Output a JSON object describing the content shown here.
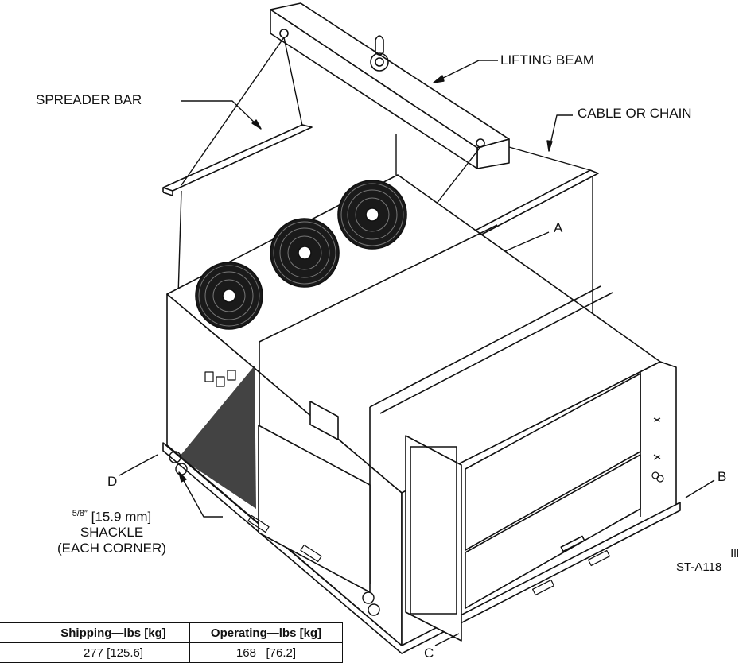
{
  "labels": {
    "lifting_beam": "LIFTING BEAM",
    "spreader_bar": "SPREADER BAR",
    "cable_or_chain": "CABLE OR CHAIN",
    "corner_a": "A",
    "corner_b": "B",
    "corner_c": "C",
    "corner_d": "D",
    "shackle_fraction": "5/8″",
    "shackle_metric": "[15.9 mm]",
    "shackle": "SHACKLE",
    "each_corner": "(EACH CORNER)"
  },
  "figure_tag": {
    "line1": "Ill",
    "line2": "ST-A118"
  },
  "weights_table": {
    "headers": [
      "",
      "Shipping—lbs [kg]",
      "Operating—lbs [kg]"
    ],
    "rows": [
      [
        "",
        "277 [125.6]",
        "168   [76.2]"
      ]
    ]
  },
  "colors": {
    "line": "#111111",
    "background": "#ffffff",
    "fan_grille": "#1a1a1a"
  }
}
